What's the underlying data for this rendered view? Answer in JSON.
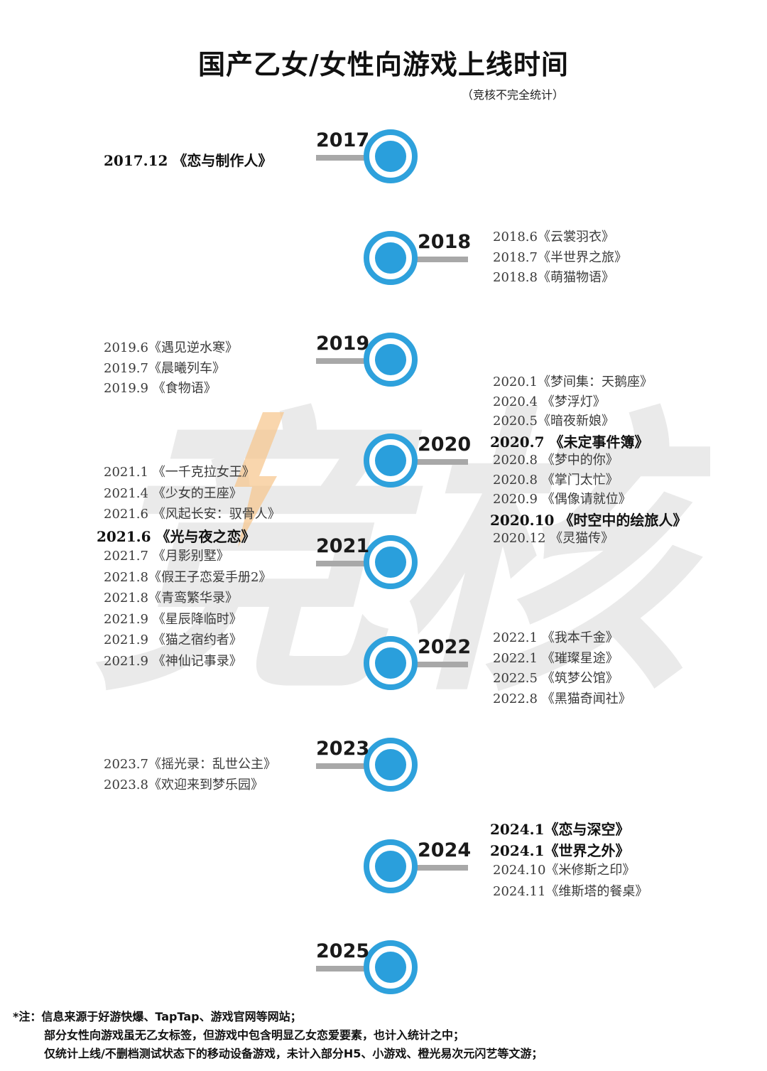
{
  "title": "国产乙女/女性向游戏上线时间",
  "subtitle": "（竞核不完全统计）",
  "watermark": "竞核",
  "accent_color": "#2a9fdc",
  "bar_color": "#a8a8a8",
  "timeline": [
    {
      "year": "2017",
      "side": "left",
      "entries": [
        {
          "text": "2017.12 《恋与制作人》",
          "bold": true
        }
      ]
    },
    {
      "year": "2018",
      "side": "right",
      "entries": [
        {
          "text": "2018.6《云裳羽衣》",
          "bold": false
        },
        {
          "text": "2018.7《半世界之旅》",
          "bold": false
        },
        {
          "text": "2018.8《萌猫物语》",
          "bold": false
        }
      ]
    },
    {
      "year": "2019",
      "side": "left",
      "entries": [
        {
          "text": "2019.6《遇见逆水寒》",
          "bold": false
        },
        {
          "text": "2019.7《晨曦列车》",
          "bold": false
        },
        {
          "text": "2019.9 《食物语》",
          "bold": false
        }
      ]
    },
    {
      "year": "2020",
      "side": "right",
      "entries": [
        {
          "text": "2020.1《梦间集：天鹅座》",
          "bold": false
        },
        {
          "text": "2020.4 《梦浮灯》",
          "bold": false
        },
        {
          "text": "2020.5《暗夜新娘》",
          "bold": false
        },
        {
          "text": "2020.7 《未定事件簿》",
          "bold": true
        },
        {
          "text": "2020.8 《梦中的你》",
          "bold": false
        },
        {
          "text": "2020.8 《掌门太忙》",
          "bold": false
        },
        {
          "text": "2020.9 《偶像请就位》",
          "bold": false
        },
        {
          "text": "2020.10 《时空中的绘旅人》",
          "bold": true
        },
        {
          "text": "2020.12 《灵猫传》",
          "bold": false
        }
      ]
    },
    {
      "year": "2021",
      "side": "left",
      "entries": [
        {
          "text": "2021.1 《一千克拉女王》",
          "bold": false
        },
        {
          "text": "2021.4 《少女的王座》",
          "bold": false
        },
        {
          "text": "2021.6 《风起长安：驭骨人》",
          "bold": false
        },
        {
          "text": "2021.6 《光与夜之恋》",
          "bold": true
        },
        {
          "text": "2021.7 《月影别墅》",
          "bold": false
        },
        {
          "text": "2021.8《假王子恋爱手册2》",
          "bold": false
        },
        {
          "text": "2021.8《青鸾繁华录》",
          "bold": false
        },
        {
          "text": "2021.9 《星辰降临时》",
          "bold": false
        },
        {
          "text": "2021.9 《猫之宿约者》",
          "bold": false
        },
        {
          "text": "2021.9 《神仙记事录》",
          "bold": false
        }
      ]
    },
    {
      "year": "2022",
      "side": "right",
      "entries": [
        {
          "text": "2022.1 《我本千金》",
          "bold": false
        },
        {
          "text": "2022.1 《璀璨星途》",
          "bold": false
        },
        {
          "text": "2022.5 《筑梦公馆》",
          "bold": false
        },
        {
          "text": "2022.8 《黑猫奇闻社》",
          "bold": false
        }
      ]
    },
    {
      "year": "2023",
      "side": "left",
      "entries": [
        {
          "text": "2023.7《摇光录：乱世公主》",
          "bold": false
        },
        {
          "text": "2023.8《欢迎来到梦乐园》",
          "bold": false
        }
      ]
    },
    {
      "year": "2024",
      "side": "right",
      "entries": [
        {
          "text": "2024.1《恋与深空》",
          "bold": true
        },
        {
          "text": "2024.1《世界之外》",
          "bold": true
        },
        {
          "text": "2024.10《米修斯之印》",
          "bold": false
        },
        {
          "text": "2024.11《维斯塔的餐桌》",
          "bold": false
        }
      ]
    },
    {
      "year": "2025",
      "side": "left",
      "entries": []
    }
  ],
  "notes": [
    "*注：信息来源于好游快爆、TapTap、游戏官网等网站；",
    "部分女性向游戏虽无乙女标签，但游戏中包含明显乙女恋爱要素，也计入统计之中；",
    "仅统计上线/不删档测试状态下的移动设备游戏，未计入部分H5、小游戏、橙光易次元闪艺等文游；"
  ]
}
